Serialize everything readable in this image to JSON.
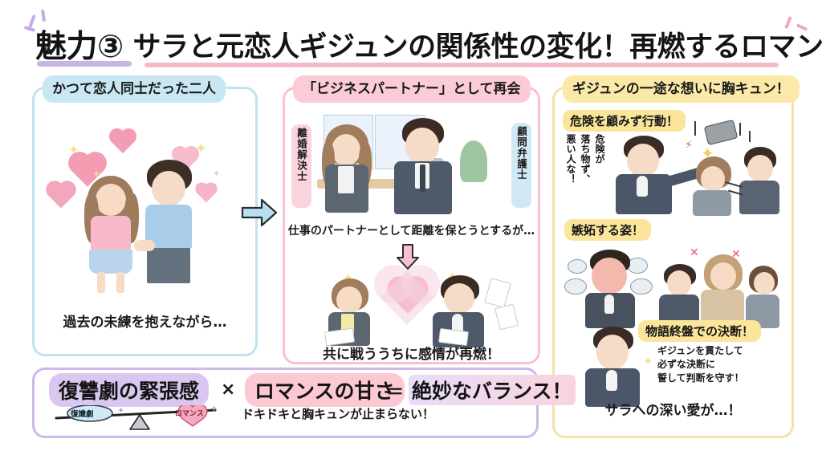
{
  "title": {
    "badge": "魅力③",
    "main": "サラと元恋人ギジュンの関係性の変化！再燃するロマンス",
    "heart_icon": "♥"
  },
  "panels": {
    "left": {
      "header": "かつて恋人同士だった二人",
      "caption": "過去の未練を抱えながら…",
      "accent_color": "#bfe4f0",
      "header_bg": "#c8e7f3"
    },
    "middle": {
      "header": "「ビジネスパートナー」として再会",
      "label_left": "離婚解決士",
      "label_right": "顧問弁護士",
      "caption_top": "仕事のパートナーとして距離を保とうとするが…",
      "caption_bottom": "共に戦ううちに感情が再燃！",
      "accent_color": "#f7c2cd",
      "header_bg": "#fbccd7"
    },
    "right": {
      "header": "ギジュンの一途な想いに胸キュン！",
      "tag_1": "危険を顧みず行動！",
      "vertical_1": "危険が",
      "vertical_2": "落ち物ず、",
      "vertical_3": "悪い人な！",
      "tag_2": "嫉妬する姿！",
      "tag_3": "物語終盤での決断！",
      "decision_lines": [
        "ギジュンを貫たして",
        "必ずな決断に",
        "誓して判断を守す！"
      ],
      "caption": "サラへの深い愛が…！",
      "accent_color": "#f6e2a8",
      "header_bg": "#fbe59a"
    },
    "bottom": {
      "chip_left": "復讐劇の緊張感",
      "operator_times": "×",
      "chip_right": "ロマンスの甘さ",
      "operator_equals": "＝",
      "result": "絶妙なバランス！",
      "caption": "ドキドキと胸キュンが止まらない！",
      "scale_left_label": "復讐劇",
      "scale_right_label": "ロマンス",
      "accent_color": "#cdb9ea"
    }
  },
  "decor": {
    "arrow_right_icon": "arrow-right-icon",
    "arrow_down_icon": "arrow-down-icon",
    "heart_icon": "heart-icon",
    "sparkle_icon": "sparkle-icon",
    "balance_icon": "balance-scale-icon"
  }
}
